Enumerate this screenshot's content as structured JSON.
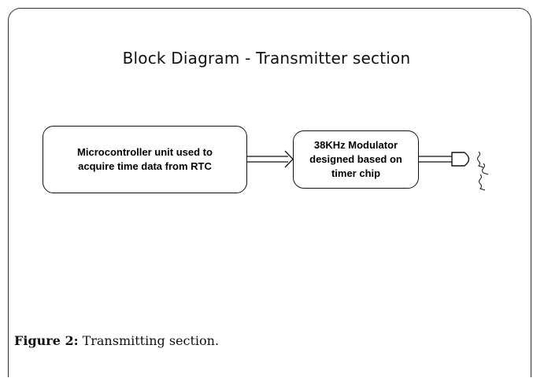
{
  "diagram": {
    "title": "Block Diagram - Transmitter section",
    "blocks": {
      "mcu": {
        "line1": "Microcontroller unit used to",
        "line2": "acquire time data from RTC"
      },
      "modulator": {
        "line1": "38KHz Modulator",
        "line2": "designed based on",
        "line3": "timer chip"
      }
    },
    "output_element": "ir-led-icon",
    "emission": "infrared-waves-icon"
  },
  "figure": {
    "label": "Figure 2:",
    "caption": " Transmitting section."
  }
}
